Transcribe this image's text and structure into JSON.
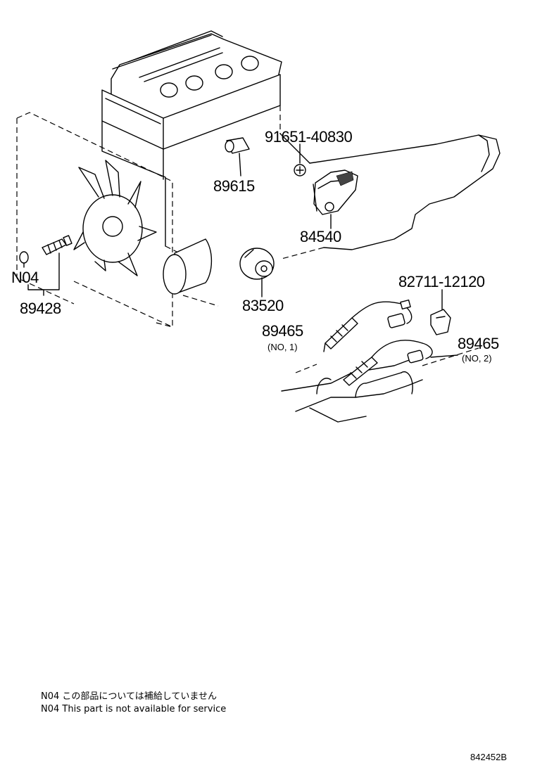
{
  "labels": {
    "part_91651_40830": "91651-40830",
    "part_89615": "89615",
    "part_84540": "84540",
    "part_n04": "N04",
    "part_89428": "89428",
    "part_83520": "83520",
    "part_82711_12120": "82711-12120",
    "part_89465_a": "89465",
    "sub_no1": "(NO, 1)",
    "part_89465_b": "89465",
    "sub_no2": "(NO, 2)"
  },
  "notes": {
    "line_jp": "N04 この部品については補給していません",
    "line_en": "N04 This part is not available for service"
  },
  "diagram_code": "842452B"
}
